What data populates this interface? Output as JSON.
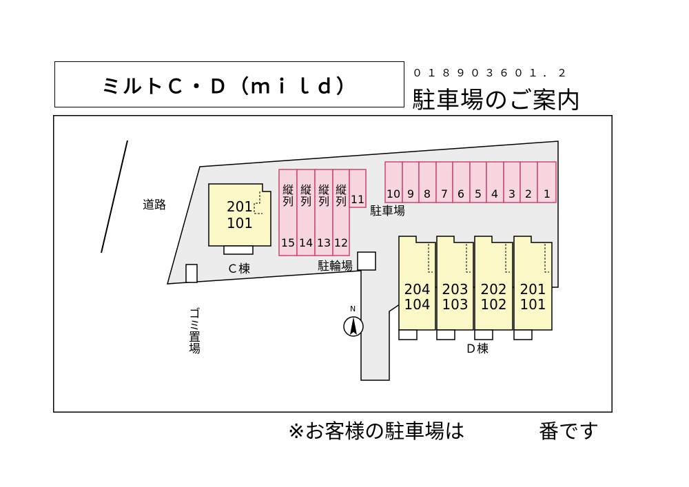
{
  "title": "ミルトＣ・Ｄ（ｍｉｌｄ）",
  "reference_code": "０１８９０３６０１．２",
  "heading": "駐車場のご案内",
  "footer": {
    "note": "※お客様の駐車場は",
    "suffix": "番です"
  },
  "map": {
    "road_label": "道路",
    "garbage_label": "ゴミ置場",
    "building_c": {
      "label": "Ｃ棟",
      "upper": "201",
      "lower": "101"
    },
    "building_d": {
      "label": "Ｄ棟",
      "units": [
        {
          "upper": "204",
          "lower": "104"
        },
        {
          "upper": "203",
          "lower": "103"
        },
        {
          "upper": "202",
          "lower": "102"
        },
        {
          "upper": "201",
          "lower": "101"
        }
      ]
    },
    "parking_label": "駐車場",
    "bicycle_label": "駐輪場",
    "north_label": "N",
    "vertical_spaces": [
      {
        "top": "縦列",
        "bottom": "15"
      },
      {
        "top": "縦列",
        "bottom": "14"
      },
      {
        "top": "縦列",
        "bottom": "13"
      },
      {
        "top": "縦列",
        "bottom": "12"
      },
      {
        "top": "",
        "bottom": "11"
      }
    ],
    "row_spaces": [
      "10",
      "9",
      "8",
      "7",
      "6",
      "5",
      "4",
      "3",
      "2",
      "1"
    ],
    "colors": {
      "parking_fill": "#f7d6e0",
      "parking_border": "#d0436b",
      "building_fill": "#fbf8c8",
      "lot_fill": "#eeeeee"
    }
  }
}
